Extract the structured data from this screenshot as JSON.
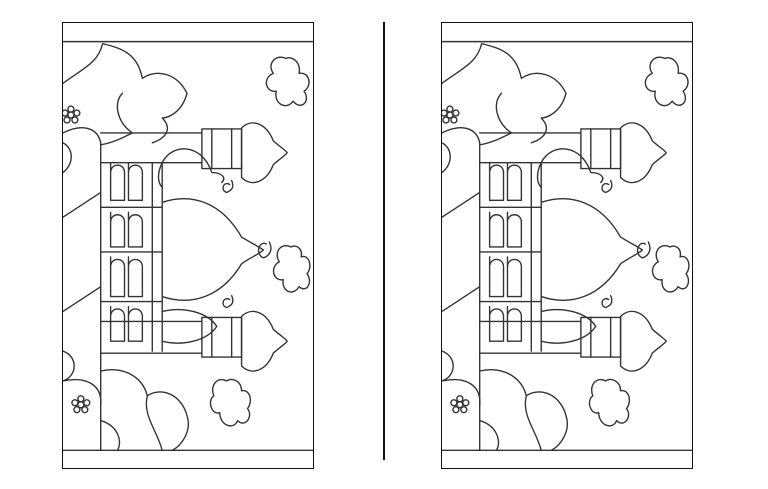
{
  "game": {
    "panels": [
      {
        "id": "left",
        "variant": "original"
      },
      {
        "id": "right",
        "variant": "modified"
      }
    ]
  },
  "colors": {
    "line": "#333333",
    "background": "#ffffff",
    "frame": "#111111"
  },
  "icons": [
    "mosque-drawing",
    "cloud-icon",
    "flower-icon",
    "crescent-icon"
  ]
}
